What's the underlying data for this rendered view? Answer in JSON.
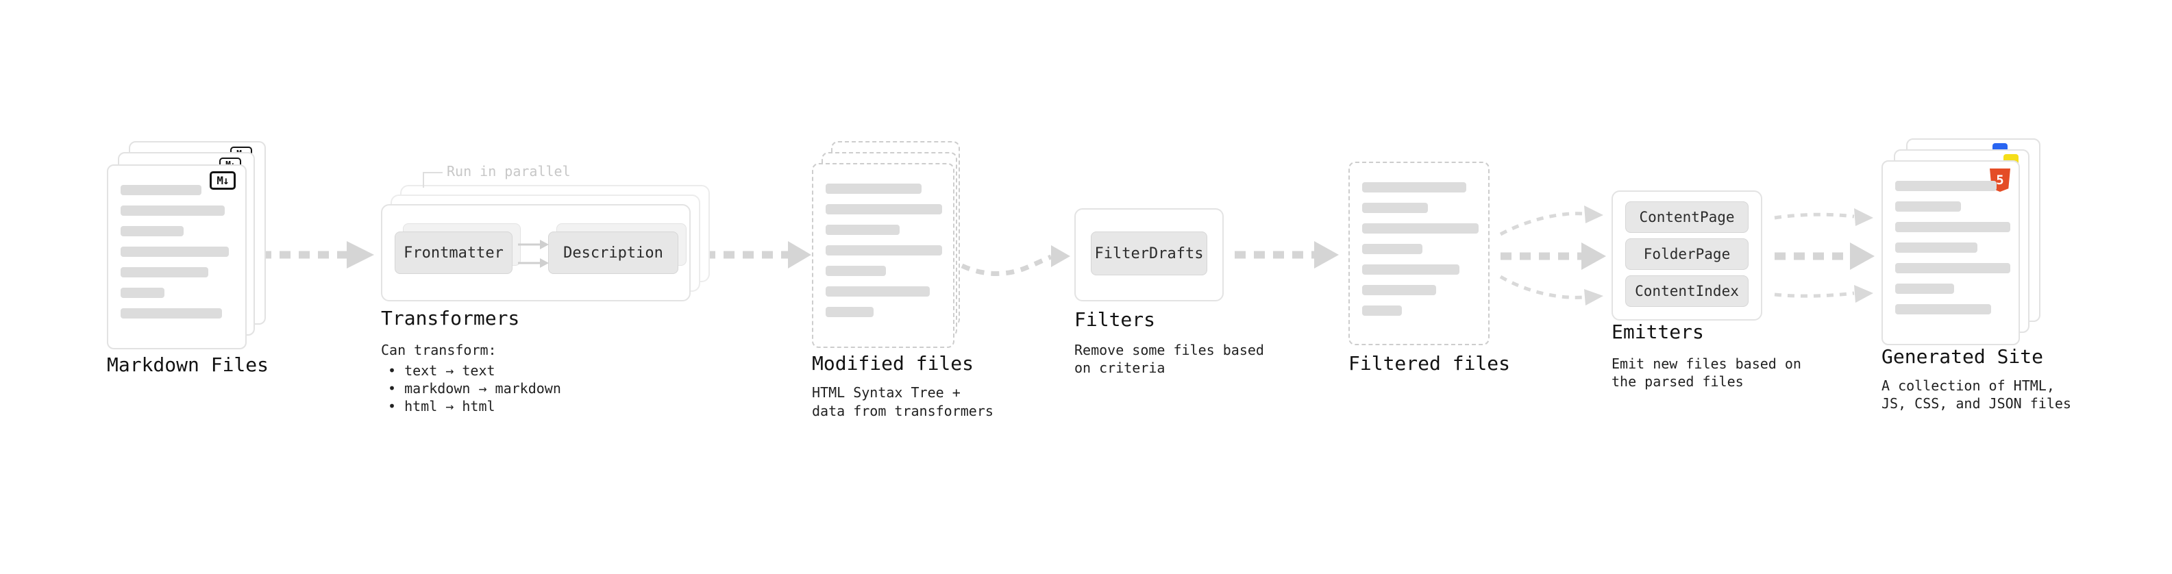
{
  "colors": {
    "arrow_gray": "#d5d5d5",
    "card_border": "#e2e2e2",
    "dashed_border": "#cdcdcd",
    "content_line": "#dcdcdc",
    "chip_bg": "#e7e7e7",
    "label_text": "#121212",
    "muted_note": "#c7c7c7",
    "html5_orange": "#e44d26",
    "css_blue": "#2965f1",
    "js_yellow": "#f5de19"
  },
  "nodes": {
    "markdown_files": {
      "label": "Markdown Files",
      "icon_text": "M↓"
    },
    "transformers": {
      "label": "Transformers",
      "note": "Run in parallel",
      "chips": [
        "Frontmatter",
        "Description"
      ],
      "caption_title": "Can transform:",
      "bullets": [
        "• text → text",
        "• markdown → markdown",
        "• html → html"
      ]
    },
    "modified_files": {
      "label": "Modified files",
      "caption_lines": [
        "HTML Syntax Tree +",
        "data from transformers"
      ]
    },
    "filters": {
      "label": "Filters",
      "chips": [
        "FilterDrafts"
      ],
      "caption_lines": [
        "Remove some files based",
        "on criteria"
      ]
    },
    "filtered_files": {
      "label": "Filtered files"
    },
    "emitters": {
      "label": "Emitters",
      "chips": [
        "ContentPage",
        "FolderPage",
        "ContentIndex"
      ],
      "caption_lines": [
        "Emit new files based on",
        "the parsed files"
      ]
    },
    "generated_site": {
      "label": "Generated Site",
      "icon_text": "5",
      "caption_lines": [
        "A collection of HTML,",
        "JS, CSS, and JSON files"
      ]
    }
  }
}
